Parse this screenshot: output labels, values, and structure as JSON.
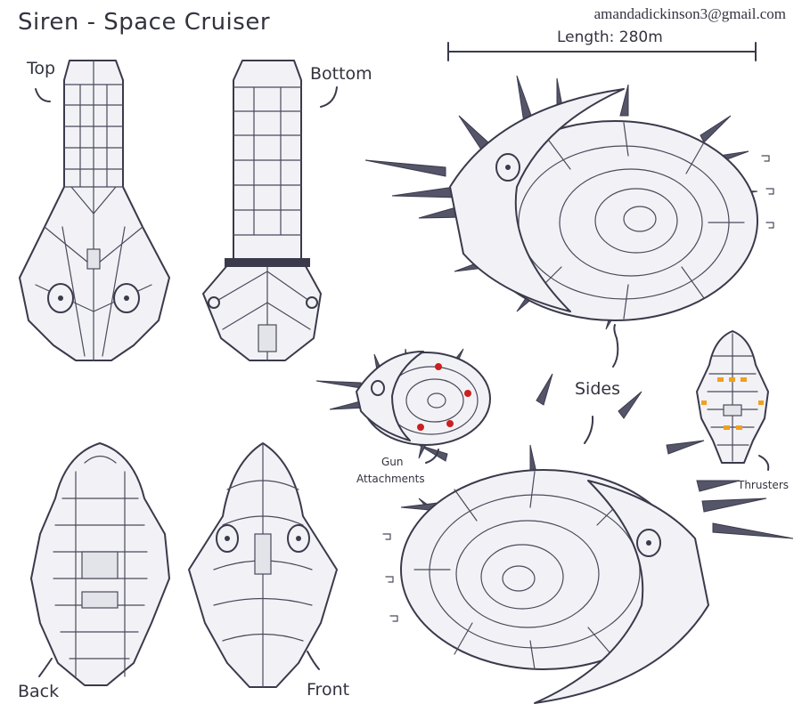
{
  "sheet": {
    "title": "Siren - Space Cruiser",
    "email": "amandadickinson3@gmail.com",
    "length_label": "Length: 280m"
  },
  "views": {
    "top": "Top",
    "bottom": "Bottom",
    "back": "Back",
    "front": "Front",
    "sides": "Sides",
    "gun_attachments_line1": "Gun",
    "gun_attachments_line2": "Attachments",
    "thrusters": "Thrusters"
  },
  "colors": {
    "ink": "#3a3a4c",
    "panel": "#e3e3ea",
    "gun": "#cc1f1f",
    "thruster": "#f0a020"
  }
}
